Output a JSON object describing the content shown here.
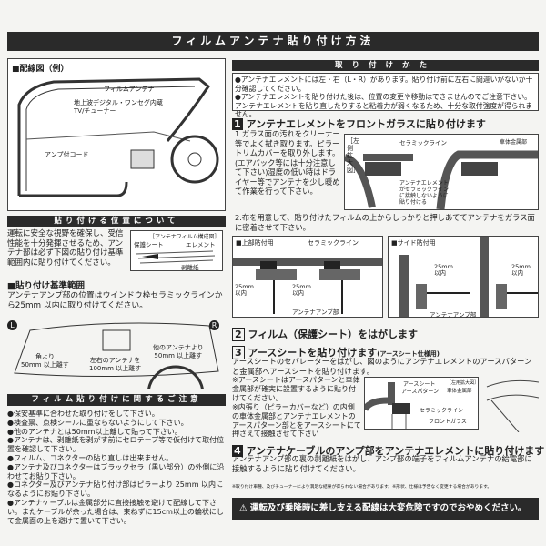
{
  "title": "フィルムアンテナ貼り付け方法",
  "wiring": {
    "heading": "■配線図（例）",
    "film_antenna": "フィルムアンテナ",
    "tuner": "地上波デジタル・ワンセグ内蔵\nTV/チューナー",
    "amp_cord": "アンプ付コード"
  },
  "position": {
    "header": "貼り付ける位置について",
    "text": "運転に安全な視野を確保し、受信性能を十分発揮させるため、アンテナ部は必ず下図の貼り付け基準範囲内に貼り付けてください。",
    "film_title": "［アンテナフィルム構成図］",
    "protect": "保護シート",
    "element": "エレメント",
    "release": "剥離紙"
  },
  "range": {
    "heading": "■貼り付け基準範囲",
    "text": "アンテナアンプ部の位置はウインドウ枠セラミックラインから25mm 以内に取り付けてください。",
    "left": "L",
    "right": "R",
    "corner": "角より\n50mm 以上離す",
    "lr": "左右のアンテナを\n100mm 以上離す",
    "other": "他のアンテナより\n50mm 以上離す"
  },
  "cautions": {
    "header": "フィルム貼り付けに関するご注意",
    "items": [
      "●保安基準に合わせた取り付けをして下さい。",
      "●検査票、点検シールに重ならないようにして下さい。",
      "●他のアンテナとは50mm以上離して貼って下さい。",
      "●アンテナは、剥離紙を剥がす前にセロテープ等で仮付けて取付位置を確認して下さい。",
      "●フィルム、コネクターの貼り直しは出来ません。",
      "●アンテナ及びコネクターはブラックセラ（黒い部分）の外側に沿わせてお貼り下さい。",
      "●コネクター及びアンテナ貼り付け部はピラーより 25mm 以内になるようにお貼り下さい。",
      "●アンテナケーブルは金属部分に直接接触を避けて配線して下さい。またケーブルが余った場合は、束ねずに15cm以上の輪状にして金属面の上を避けて置いて下さい。"
    ]
  },
  "install": {
    "header": "取り付けかた",
    "notes": [
      "●アンテナエレメントには左・右（L・R）があります。貼り付け前に左右に間違いがないか十分確認してください。",
      "●アンテナエレメントを貼り付けた後は、位置の変更や移動はできませんのでご注意下さい。アンテナエレメントを貼り直したりすると粘着力が弱くなるため、十分な取付強度が得られません。"
    ],
    "step1": {
      "num": "1",
      "title": "アンテナエレメントをフロントガラスに貼り付けます",
      "text1": "1.ガラス面の汚れをクリーナー等でよく拭き取ります。ピラートリムカバーを取り外します。(エアバック等には十分注意して下さい)湿度の低い時はドライヤー等でアンテナを少し暖めて作業を行って下さい。",
      "diagram_side": "［左側拡大図］",
      "ceramic": "セラミックライン",
      "body_metal": "車体金属部",
      "element_note": "アンテナエレメントがセラミックラインに接触しないように貼り付ける",
      "text2": "2.布を用意して、貼り付けたフィルムの上からしっかりと押しあててアンテナをガラス面に密着させて下さい。",
      "top_title": "■上部貼付用",
      "side_title": "■サイド貼付用",
      "dist": "25mm\n以内",
      "amp": "アンテナアンプ部"
    },
    "step2": {
      "num": "2",
      "title": "フィルム（保護シート）をはがします"
    },
    "step3": {
      "num": "3",
      "title": "アースシートを貼り付けます",
      "sub": "(アースシート仕様用)",
      "text": "アースシートのセパレーターをはがし、図のようにアンテナエレメントのアースパターンと金属部へアースシートを貼り付けます。",
      "note1": "※アースシートはアースパターンと車体金属部が確実に設置するように貼り付けてください。",
      "note2": "※内張り（ピラーカバーなど）の内側の車体金属部とアンテナエレメントのアースパターン部とをアースシートにて押さえて接触させて下さい",
      "earth_sheet": "アースシート",
      "earth_pattern": "アースパターン",
      "left_zoom": "［左用拡大図］",
      "body_metal": "車体金属部",
      "ceramic": "セラミックライン",
      "front_glass": "フロントガラス"
    },
    "step4": {
      "num": "4",
      "title": "アンテナケーブルのアンプ部をアンテナエレメントに貼り付けます",
      "text": "アンテナアンプ部の裏の剥離紙をはがし、アンプ部の端子をフィルムアンテナの給電部に接触するように貼り付けてください。"
    },
    "footnote": "※取り付け車種、及びチューナーにより満足な結果が得られない場合があります。※形状、仕様は予告なく変更する場合があります。",
    "warning": "運転及び乗降時に差し支える配線は大変危険ですのでおやめください。"
  }
}
